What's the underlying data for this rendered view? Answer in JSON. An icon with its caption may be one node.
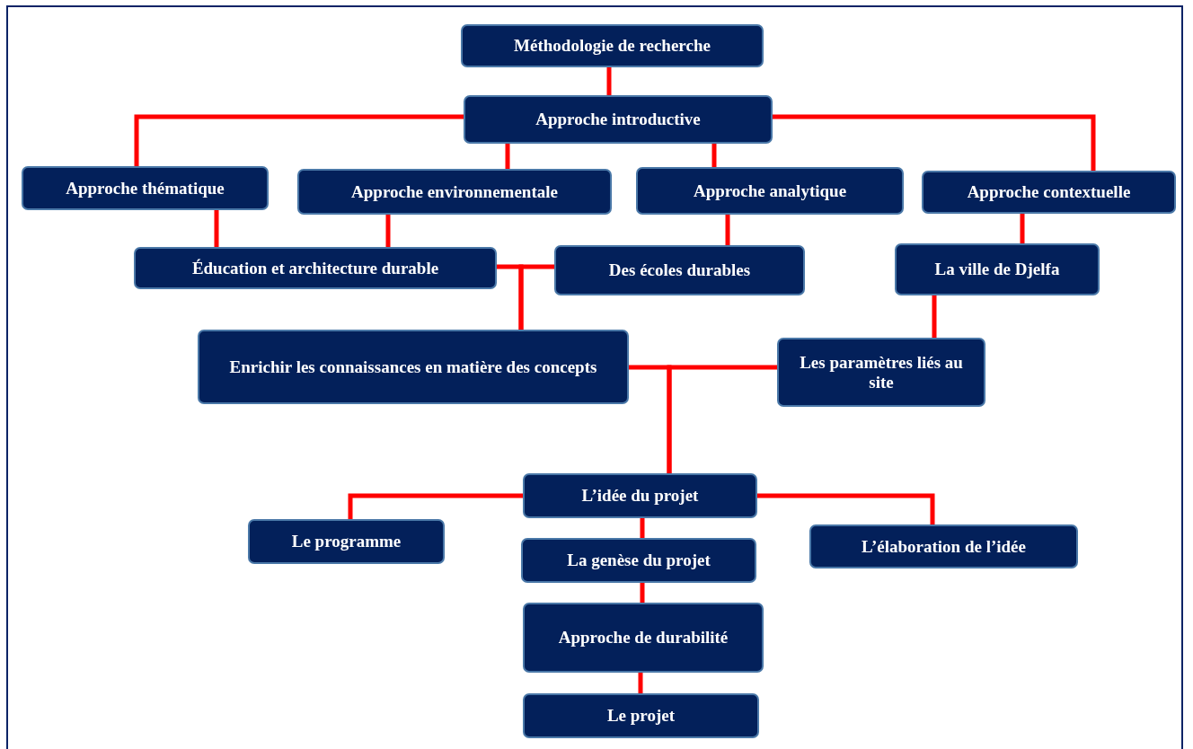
{
  "diagram": {
    "nodes": [
      {
        "text": [
          "Méthodologie de recherche"
        ]
      },
      {
        "text": [
          "Approche introductive"
        ]
      },
      {
        "text": [
          "Approche thématique"
        ]
      },
      {
        "text": [
          "Approche environnementale"
        ]
      },
      {
        "text": [
          "Approche analytique"
        ]
      },
      {
        "text": [
          "Approche contextuelle"
        ]
      },
      {
        "text": [
          "Éducation et architecture durable"
        ]
      },
      {
        "text": [
          "Des écoles durables"
        ]
      },
      {
        "text": [
          "La ville de Djelfa"
        ]
      },
      {
        "text": [
          "Enrichir les connaissances en matière des concepts"
        ]
      },
      {
        "text": [
          "Les paramètres liés au site"
        ]
      },
      {
        "text": [
          "L’idée du projet"
        ]
      },
      {
        "text": [
          "Le programme"
        ]
      },
      {
        "text": [
          "La genèse du projet"
        ]
      },
      {
        "text": [
          "L’élaboration de l’idée"
        ]
      },
      {
        "text": [
          "Approche de durabilité"
        ]
      },
      {
        "text": [
          "Le projet"
        ]
      }
    ],
    "edges": [
      {
        "from": 0,
        "to": 1,
        "arrow": "none"
      },
      {
        "from": 1,
        "to": 2,
        "arrow": "none"
      },
      {
        "from": 1,
        "to": 3,
        "arrow": "none"
      },
      {
        "from": 1,
        "to": 4,
        "arrow": "none"
      },
      {
        "from": 1,
        "to": 5,
        "arrow": "none"
      },
      {
        "from": 2,
        "to": 6,
        "arrow": "none"
      },
      {
        "from": 3,
        "to": 6,
        "arrow": "none"
      },
      {
        "from": 4,
        "to": 7,
        "arrow": "none"
      },
      {
        "from": 5,
        "to": 8,
        "arrow": "none"
      },
      {
        "from": 6,
        "to": 9,
        "arrow": "none"
      },
      {
        "from": 7,
        "to": 9,
        "arrow": "none"
      },
      {
        "from": 8,
        "to": 10,
        "arrow": "none"
      },
      {
        "from": 9,
        "to": 11,
        "arrow": "none"
      },
      {
        "from": 10,
        "to": 11,
        "arrow": "none"
      },
      {
        "from": 11,
        "to": 12,
        "arrow": "none"
      },
      {
        "from": 11,
        "to": 13,
        "arrow": "none"
      },
      {
        "from": 11,
        "to": 14,
        "arrow": "none"
      },
      {
        "from": 13,
        "to": 15,
        "arrow": "none"
      },
      {
        "from": 15,
        "to": 16,
        "arrow": "none"
      }
    ]
  }
}
